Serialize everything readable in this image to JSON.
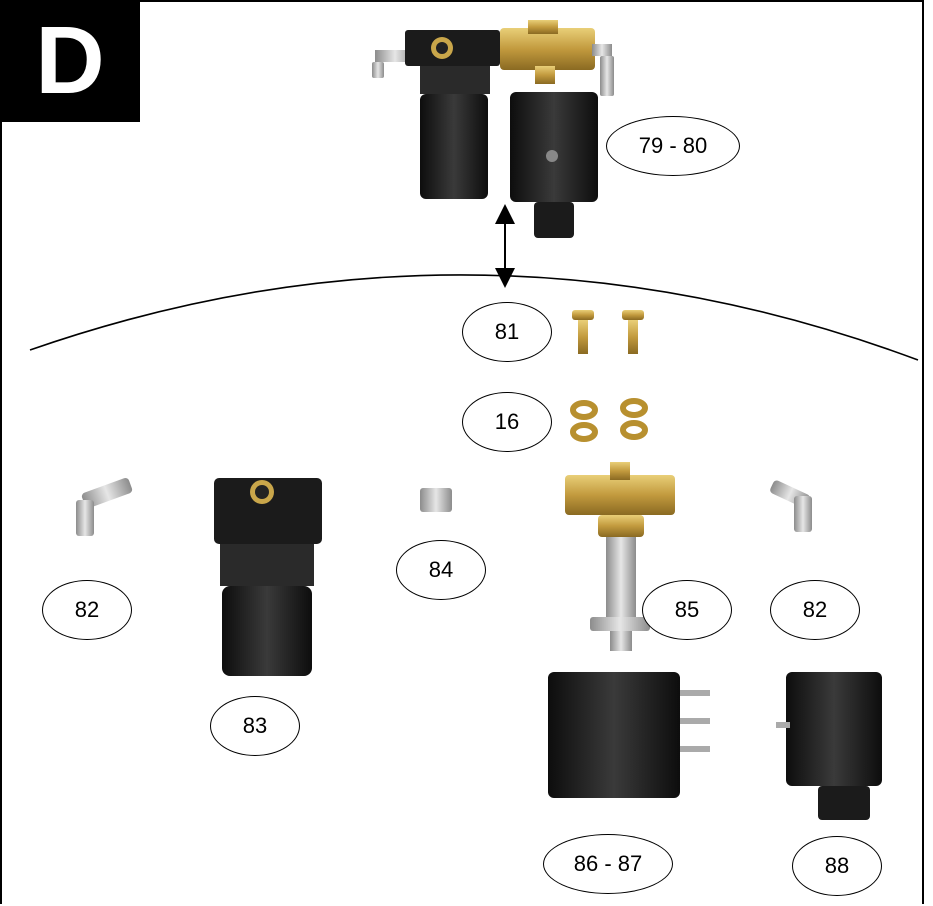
{
  "section_letter": "D",
  "callouts": [
    {
      "id": "c-79-80",
      "label": "79 - 80"
    },
    {
      "id": "c-81",
      "label": "81"
    },
    {
      "id": "c-16",
      "label": "16"
    },
    {
      "id": "c-82-left",
      "label": "82"
    },
    {
      "id": "c-83",
      "label": "83"
    },
    {
      "id": "c-84",
      "label": "84"
    },
    {
      "id": "c-85",
      "label": "85"
    },
    {
      "id": "c-82-right",
      "label": "82"
    },
    {
      "id": "c-86-87",
      "label": "86 - 87"
    },
    {
      "id": "c-88",
      "label": "88"
    }
  ],
  "colors": {
    "brass": "#c9a64a",
    "black_part": "#1b1b1b",
    "metal": "#b8b8b8"
  }
}
